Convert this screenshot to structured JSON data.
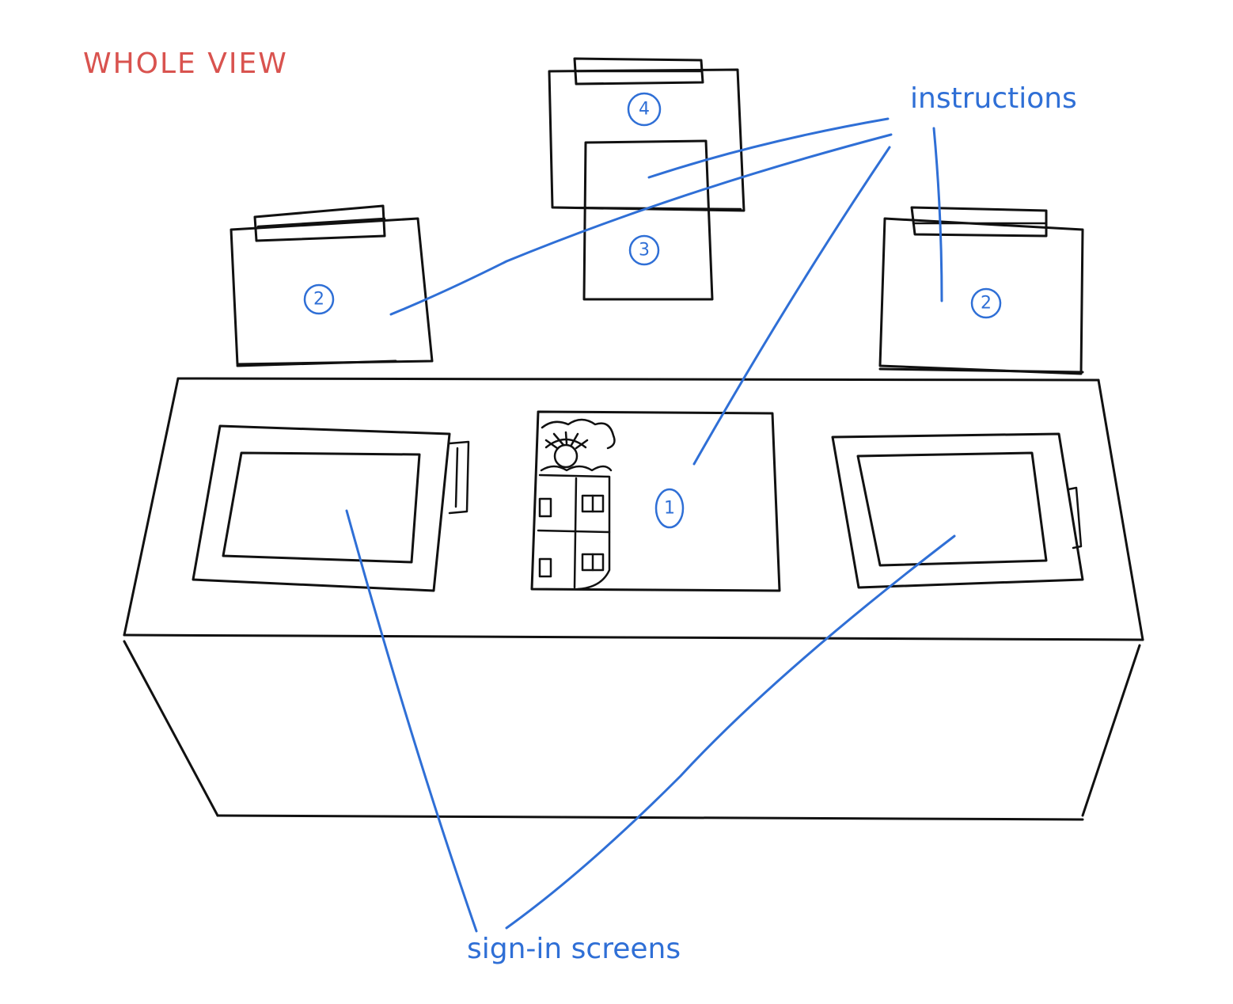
{
  "title": "WHOLE VIEW",
  "annotations": {
    "instructions": "instructions",
    "sign_in_screens": "sign-in screens"
  },
  "markers": {
    "main_display": "1",
    "left_stand": "2",
    "right_stand": "2",
    "lower_top_sign": "3",
    "upper_top_sign": "4"
  },
  "colors": {
    "ink": "#111111",
    "annotation": "#2f6fd6",
    "title": "#d9534f"
  }
}
